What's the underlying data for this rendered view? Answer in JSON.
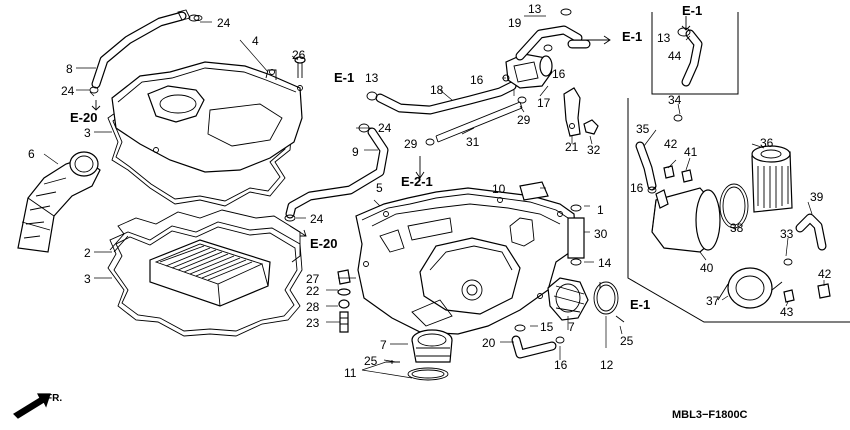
{
  "callouts": {
    "c1": "1",
    "c2": "2",
    "c3a": "3",
    "c3b": "3",
    "c4": "4",
    "c5": "5",
    "c6": "6",
    "c7a": "7",
    "c7b": "7",
    "c8": "8",
    "c9": "9",
    "c10": "10",
    "c11": "11",
    "c12": "12",
    "c13a": "13",
    "c13b": "13",
    "c13c": "13",
    "c14": "14",
    "c15": "15",
    "c16a": "16",
    "c16b": "16",
    "c16c": "16",
    "c16d": "16",
    "c17": "17",
    "c18": "18",
    "c19": "19",
    "c20": "20",
    "c21": "21",
    "c22": "22",
    "c23": "23",
    "c24a": "24",
    "c24b": "24",
    "c24c": "24",
    "c24d": "24",
    "c25a": "25",
    "c25b": "25",
    "c26": "26",
    "c27": "27",
    "c28": "28",
    "c29a": "29",
    "c29b": "29",
    "c30": "30",
    "c31": "31",
    "c32": "32",
    "c33": "33",
    "c34": "34",
    "c35": "35",
    "c36": "36",
    "c37": "37",
    "c38": "38",
    "c39": "39",
    "c40": "40",
    "c41": "41",
    "c42a": "42",
    "c42b": "42",
    "c43": "43",
    "c44": "44"
  },
  "refs": {
    "e20_top": "E-20",
    "e20_bottom": "E-20",
    "e1_left": "E-1",
    "e1_top": "E-1",
    "e1_inset": "E-1",
    "e1_right": "E-1",
    "e21": "E-2-1"
  },
  "direction_label": "FR.",
  "drawing_code": "MBL3−F1800C"
}
